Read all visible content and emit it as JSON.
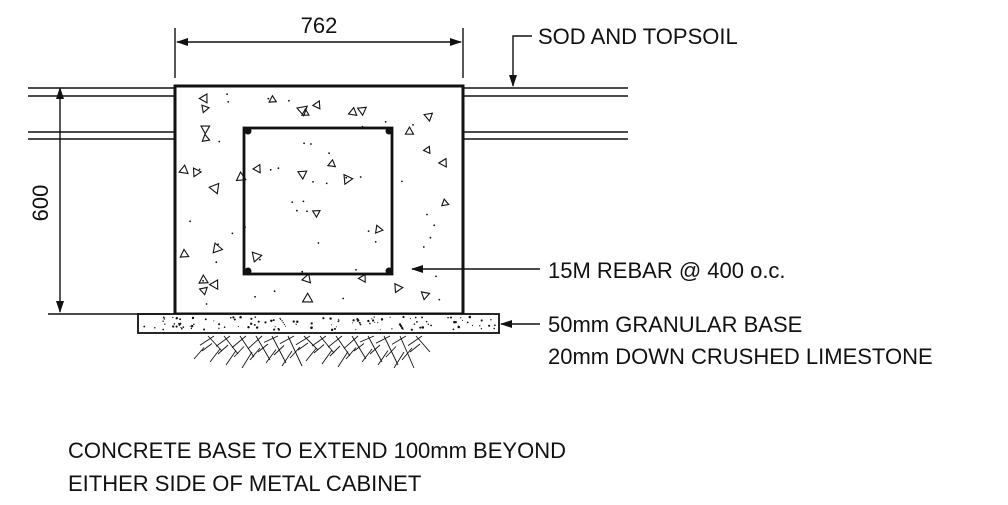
{
  "dimensions": {
    "width_label": "762",
    "height_label": "600"
  },
  "labels": {
    "sod": "SOD AND TOPSOIL",
    "rebar": "15M REBAR @ 400 o.c.",
    "base_line1": "50mm GRANULAR BASE",
    "base_line2": "20mm DOWN CRUSHED LIMESTONE"
  },
  "note": {
    "line1": "CONCRETE BASE TO EXTEND 100mm BEYOND",
    "line2": "EITHER SIDE OF METAL CABINET"
  },
  "colors": {
    "ink": "#111111",
    "paper": "#ffffff"
  }
}
